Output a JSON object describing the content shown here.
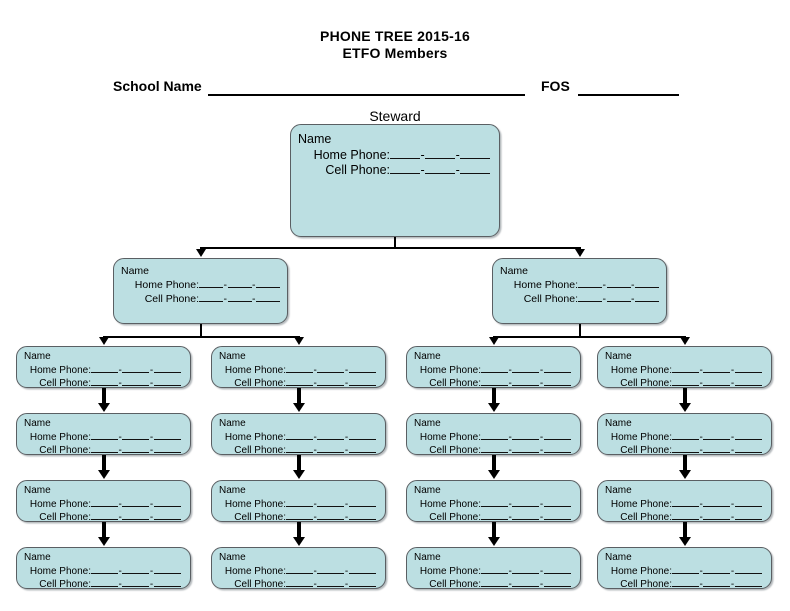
{
  "document": {
    "title_line_1": "PHONE TREE 2015-16",
    "title_line_2": "ETFO Members",
    "school_name_label": "School Name",
    "school_name_value": "",
    "fos_label": "FOS",
    "fos_value": ""
  },
  "labels": {
    "steward_caption": "Steward",
    "name": "Name",
    "home_phone": "Home Phone:",
    "cell_phone": "Cell Phone:",
    "dash": "-"
  },
  "tree": {
    "root": {
      "caption": "Steward",
      "name": "Name",
      "home_phone": "Home Phone:",
      "cell_phone": "Cell Phone:"
    },
    "level2": [
      {
        "name": "Name",
        "home_phone": "Home Phone:",
        "cell_phone": "Cell Phone:"
      },
      {
        "name": "Name",
        "home_phone": "Home Phone:",
        "cell_phone": "Cell Phone:"
      }
    ],
    "columns": [
      {
        "nodes": [
          {
            "name": "Name",
            "home_phone": "Home Phone:",
            "cell_phone": "Cell Phone:"
          },
          {
            "name": "Name",
            "home_phone": "Home Phone:",
            "cell_phone": "Cell Phone:"
          },
          {
            "name": "Name",
            "home_phone": "Home Phone:",
            "cell_phone": "Cell Phone:"
          },
          {
            "name": "Name",
            "home_phone": "Home Phone:",
            "cell_phone": "Cell Phone:"
          }
        ]
      },
      {
        "nodes": [
          {
            "name": "Name",
            "home_phone": "Home Phone:",
            "cell_phone": "Cell Phone:"
          },
          {
            "name": "Name",
            "home_phone": "Home Phone:",
            "cell_phone": "Cell Phone:"
          },
          {
            "name": "Name",
            "home_phone": "Home Phone:",
            "cell_phone": "Cell Phone:"
          },
          {
            "name": "Name",
            "home_phone": "Home Phone:",
            "cell_phone": "Cell Phone:"
          }
        ]
      },
      {
        "nodes": [
          {
            "name": "Name",
            "home_phone": "Home Phone:",
            "cell_phone": "Cell Phone:"
          },
          {
            "name": "Name",
            "home_phone": "Home Phone:",
            "cell_phone": "Cell Phone:"
          },
          {
            "name": "Name",
            "home_phone": "Home Phone:",
            "cell_phone": "Cell Phone:"
          },
          {
            "name": "Name",
            "home_phone": "Home Phone:",
            "cell_phone": "Cell Phone:"
          }
        ]
      },
      {
        "nodes": [
          {
            "name": "Name",
            "home_phone": "Home Phone:",
            "cell_phone": "Cell Phone:"
          },
          {
            "name": "Name",
            "home_phone": "Home Phone:",
            "cell_phone": "Cell Phone:"
          },
          {
            "name": "Name",
            "home_phone": "Home Phone:",
            "cell_phone": "Cell Phone:"
          },
          {
            "name": "Name",
            "home_phone": "Home Phone:",
            "cell_phone": "Cell Phone:"
          }
        ]
      }
    ]
  },
  "colors": {
    "node_fill": "#bcdfe2",
    "node_border": "#5a5f63",
    "connector": "#000000",
    "page_background": "#ffffff",
    "text": "#000000"
  }
}
